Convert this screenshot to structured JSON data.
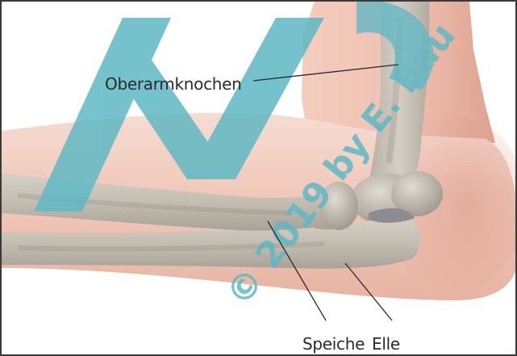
{
  "labels": {
    "oberarmknochen": "Oberarmknochen",
    "speiche": "Speiche",
    "elle": "Elle"
  },
  "watermark": {
    "text": "© 2019 by E. Bau",
    "color": "#5fb8c4"
  },
  "colors": {
    "skin": "#e9b7a8",
    "bone": "#c9c2b7",
    "cartilage": "#8e8c8f",
    "frame": "#3a3a3a"
  }
}
